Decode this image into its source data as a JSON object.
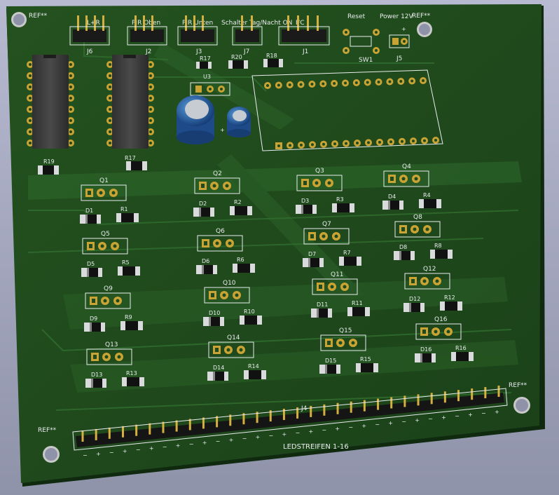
{
  "board": {
    "colors": {
      "pcb": "#1f4a1f",
      "trace": "#2c5f2a",
      "pad": "#c9a434",
      "silk": "#e9ecef",
      "smd": "#d8dadc"
    },
    "ref_labels": [
      "REF**",
      "REF**",
      "REF**",
      "REF**"
    ],
    "header_labels": {
      "j6": "L+R",
      "j2": "PIR Oben",
      "j3": "PIR Unten",
      "j7": "Schalter Tag/Nacht ON",
      "j1": "I²C",
      "reset": "Reset",
      "power": "Power 12V"
    },
    "ref_designators": {
      "j6": "J6",
      "j2": "J2",
      "j3": "J3",
      "j7": "J7",
      "j1": "J1",
      "sw1": "SW1",
      "j5": "J5",
      "u3": "U3",
      "j4": "J4",
      "r17a": "R17",
      "r20": "R20",
      "r18": "R18",
      "r19": "R19",
      "r17b": "R17"
    },
    "plus_sign": "+",
    "led_strip_label": "LEDSTREIFEN 1-16",
    "channels": [
      {
        "q": "Q1",
        "d": "D1",
        "r": "R1"
      },
      {
        "q": "Q2",
        "d": "D2",
        "r": "R2"
      },
      {
        "q": "Q3",
        "d": "D3",
        "r": "R3"
      },
      {
        "q": "Q4",
        "d": "D4",
        "r": "R4"
      },
      {
        "q": "Q5",
        "d": "D5",
        "r": "R5"
      },
      {
        "q": "Q6",
        "d": "D6",
        "r": "R6"
      },
      {
        "q": "Q7",
        "d": "D7",
        "r": "R7"
      },
      {
        "q": "Q8",
        "d": "D8",
        "r": "R8"
      },
      {
        "q": "Q9",
        "d": "D9",
        "r": "R9"
      },
      {
        "q": "Q10",
        "d": "D10",
        "r": "R10"
      },
      {
        "q": "Q11",
        "d": "D11",
        "r": "R11"
      },
      {
        "q": "Q12",
        "d": "D12",
        "r": "R12"
      },
      {
        "q": "Q13",
        "d": "D13",
        "r": "R13"
      },
      {
        "q": "Q14",
        "d": "D14",
        "r": "R14"
      },
      {
        "q": "Q15",
        "d": "D15",
        "r": "R15"
      },
      {
        "q": "Q16",
        "d": "D16",
        "r": "R16"
      }
    ]
  }
}
